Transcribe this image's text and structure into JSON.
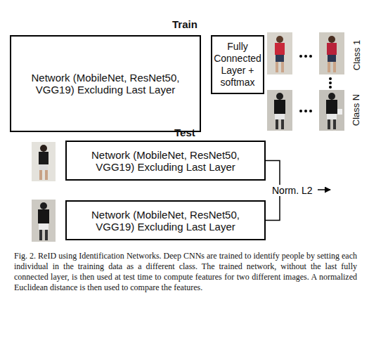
{
  "diagram": {
    "caption": "Fig. 2. ReID using Identification Networks. Deep CNNs are trained to identify people by setting each individual in the training data as a different class. The trained network, without the last fully connected layer, is then used at test time to compute features for two different images. A normalized Euclidean distance is then used to compare the features.",
    "nodes": [
      {
        "text": [
          "Network (MobileNet, ResNet50, VGG19) Excluding Last Layer"
        ]
      },
      {
        "text": [
          "Fully Connected Layer + softmax"
        ]
      },
      {
        "text": [
          "Network (MobileNet, ResNet50, VGG19) Excluding Last Layer"
        ]
      },
      {
        "text": [
          "Network (MobileNet, ResNet50, VGG19) Excluding Last Layer"
        ]
      }
    ],
    "edges": [
      {
        "from": 2,
        "to": 3,
        "arrow": "none",
        "label": "Norm. L2"
      }
    ],
    "labels": [
      "Train",
      "Class 1",
      "Class N",
      "Test"
    ]
  }
}
